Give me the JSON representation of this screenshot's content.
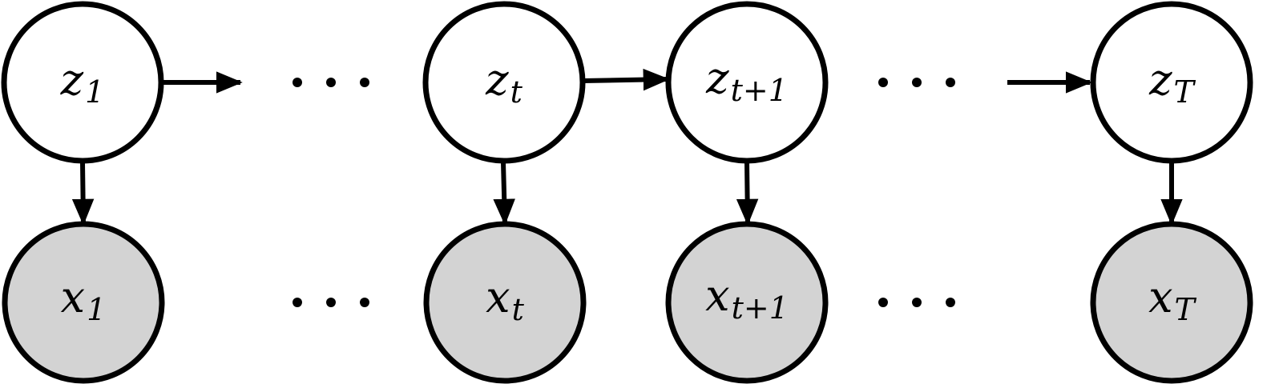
{
  "colors": {
    "latent_fill": "#ffffff",
    "observed_fill": "#d3d3d3",
    "stroke": "#000000"
  },
  "latent_nodes": [
    {
      "id": "z1",
      "symbol": "z",
      "subscript": "1"
    },
    {
      "id": "zt",
      "symbol": "z",
      "subscript": "t"
    },
    {
      "id": "zt1",
      "symbol": "z",
      "subscript": "t+1"
    },
    {
      "id": "zT",
      "symbol": "z",
      "subscript": "T"
    }
  ],
  "observed_nodes": [
    {
      "id": "x1",
      "symbol": "x",
      "subscript": "1"
    },
    {
      "id": "xt",
      "symbol": "x",
      "subscript": "t"
    },
    {
      "id": "xt1",
      "symbol": "x",
      "subscript": "t+1"
    },
    {
      "id": "xT",
      "symbol": "x",
      "subscript": "T"
    }
  ],
  "ellipsis": "· · ·"
}
